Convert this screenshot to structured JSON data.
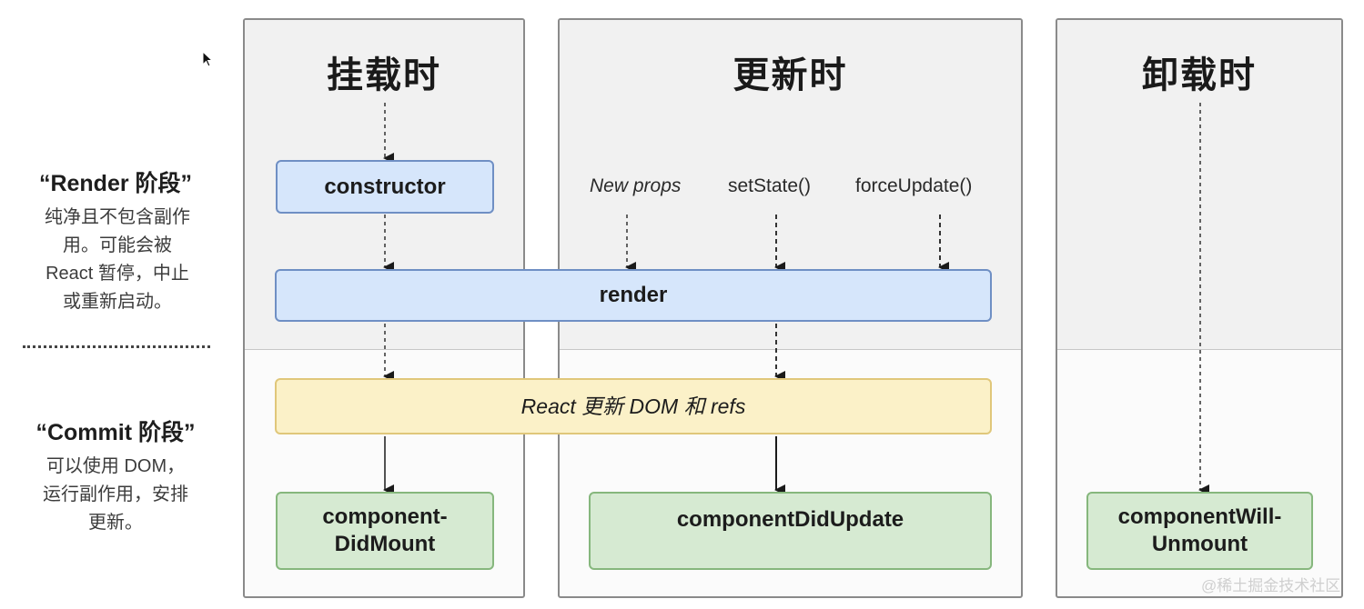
{
  "columns": {
    "mount": "挂载时",
    "update": "更新时",
    "unmount": "卸载时"
  },
  "side": {
    "render_title": "“Render 阶段”",
    "render_desc": [
      "纯净且不包含副作",
      "用。可能会被",
      "React 暂停，中止",
      "或重新启动。"
    ],
    "commit_title": "“Commit 阶段”",
    "commit_desc": [
      "可以使用 DOM，",
      "运行副作用，安排",
      "更新。"
    ]
  },
  "triggers": {
    "new_props": "New props",
    "set_state": "setState()",
    "force_update": "forceUpdate()"
  },
  "boxes": {
    "constructor": "constructor",
    "render": "render",
    "react_dom": "React 更新 DOM 和 refs",
    "did_mount": [
      "component-",
      "DidMount"
    ],
    "did_update": "componentDidUpdate",
    "will_unmount": [
      "componentWill-",
      "Unmount"
    ]
  },
  "colors": {
    "render_box": "#d6e6fb",
    "commit_box": "#fbf1c8",
    "lifecycle_box": "#d6ead2"
  },
  "watermark": "@稀土掘金技术社区"
}
